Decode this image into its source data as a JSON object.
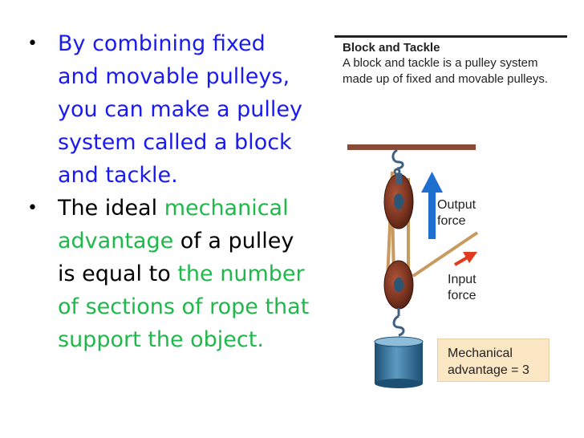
{
  "bullets": [
    {
      "parts": [
        {
          "text": "By combining fixed and movable pulleys, you can make a pulley system called a block and tackle.",
          "color": "blue"
        }
      ]
    },
    {
      "parts": [
        {
          "text": "The ideal ",
          "color": "black"
        },
        {
          "text": "mechanical advantage",
          "color": "green"
        },
        {
          "text": " of a pulley is equal to ",
          "color": "black"
        },
        {
          "text": "the number of sections of rope that support the object.",
          "color": "green"
        }
      ]
    }
  ],
  "figure": {
    "title": "Block and Tackle",
    "caption": "A block and tackle is a pulley system made up of fixed and movable pulleys.",
    "output_label_1": "Output",
    "output_label_2": "force",
    "input_label_1": "Input",
    "input_label_2": "force",
    "ma_label_1": "Mechanical",
    "ma_label_2": "advantage = 3"
  },
  "colors": {
    "bullet_blue": "#1a1af0",
    "bullet_green": "#1fb84a",
    "output_arrow": "#1f6fd1",
    "input_arrow": "#e23a1e",
    "pulley": "#7a3420",
    "rope": "#c99a5f",
    "weight": "#2f6f99"
  },
  "icons": [
    "pulley-block-fixed",
    "pulley-block-movable",
    "hook",
    "weight-cylinder",
    "arrow-up",
    "arrow-up-right"
  ]
}
